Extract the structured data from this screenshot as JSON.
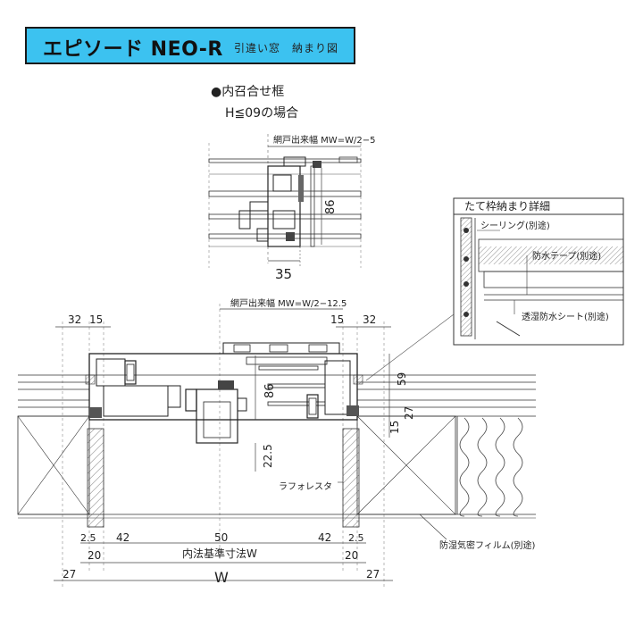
{
  "title": {
    "main": "エピソード NEO-R",
    "sub": "引違い窓　納まり図"
  },
  "section": {
    "type_label": "●内召合せ框",
    "condition": "H≦09の場合"
  },
  "top_detail": {
    "screen_width_label": "網戸出来幅 MW=W/2−5",
    "dim_86": "86",
    "dim_35": "35"
  },
  "inset_detail": {
    "title": "たて枠納まり詳細",
    "sealing": "シーリング(別途)",
    "waterproof_tape": "防水テープ(別途)",
    "permeable_sheet": "透湿防水シート(別途)"
  },
  "main_detail": {
    "screen_width_label": "網戸出来幅 MW=W/2−12.5",
    "left_32": "32",
    "left_15": "15",
    "right_15": "15",
    "right_32": "32",
    "dim_59": "59",
    "dim_86": "86",
    "dim_15": "15",
    "dim_27": "27",
    "dim_22_5": "22.5",
    "lath_label": "ラフォレスタ",
    "vapor_film_label": "防湿気密フィルム(別途)"
  },
  "bottom_dims": {
    "l_2_5": "2.5",
    "l_42": "42",
    "c_50": "50",
    "r_42": "42",
    "r_2_5": "2.5",
    "l_20": "20",
    "r_20": "20",
    "inner_label": "内法基準寸法W",
    "l_27": "27",
    "r_27": "27",
    "w": "W"
  }
}
